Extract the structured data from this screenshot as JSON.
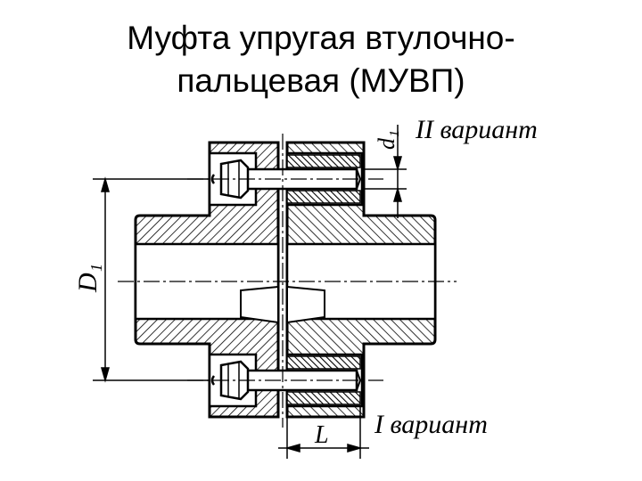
{
  "title": {
    "line1": "Муфта упругая втулочно-",
    "line2": "пальцевая (МУВП)"
  },
  "drawing": {
    "variant_top": "II вариант",
    "variant_bottom": "I вариант",
    "dim_diameter": "D₁",
    "dim_pin": "d₁",
    "dim_length": "L"
  }
}
